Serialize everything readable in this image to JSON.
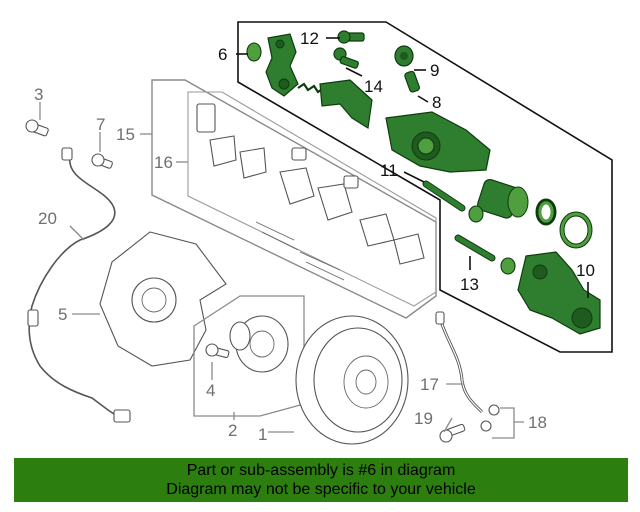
{
  "callouts": {
    "c1": "1",
    "c2": "2",
    "c3": "3",
    "c4": "4",
    "c5": "5",
    "c6": "6",
    "c7": "7",
    "c8": "8",
    "c9": "9",
    "c10": "10",
    "c11": "11",
    "c12": "12",
    "c13": "13",
    "c14": "14",
    "c15": "15",
    "c16": "16",
    "c17": "17",
    "c18": "18",
    "c19": "19",
    "c20": "20"
  },
  "footer": {
    "line1": "Part or sub-assembly is #6 in diagram",
    "line2": "Diagram may not be specific to your vehicle"
  },
  "colors": {
    "highlight": "#2c7f0e",
    "part_green": "#2f7d2f"
  }
}
